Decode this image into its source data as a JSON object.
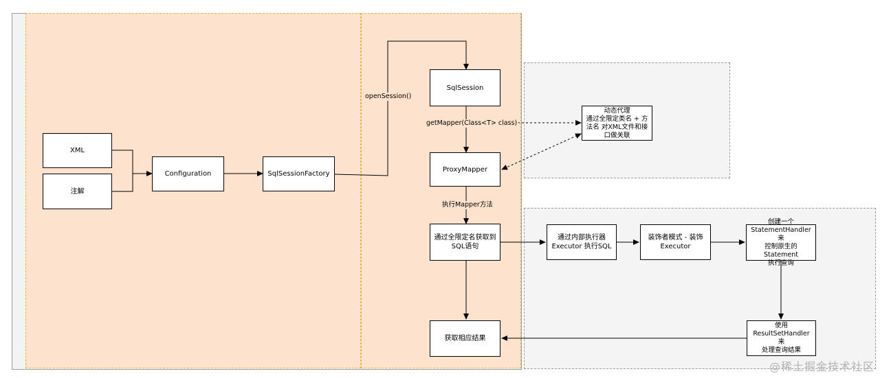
{
  "nodes": {
    "xml": "XML",
    "annotation": "注解",
    "configuration": "Configuration",
    "sqlsessionfactory": "SqlSessionFactory",
    "sqlsession": "SqlSession",
    "proxymapper": "ProxyMapper",
    "get_sql": "通过全限定名获取到\nSQL语句",
    "get_result": "获取相应结果",
    "dynamic_proxy": "动态代理\n通过全限定类名 + 方\n法名 对XML文件和接\n口做关联",
    "executor": "通过内部执行器\nExecutor 执行SQL",
    "decorator": "装饰者模式 - 装饰\nExecutor",
    "statement_handler": "创建一个\nStatementHandler来\n控制原生的Statement\n执行查询",
    "resultset_handler": "使用\nResultSetHandler来\n处理查询结果"
  },
  "edge_labels": {
    "open_session": "openSession()",
    "get_mapper": "getMapper(Class<T> class)",
    "exec_mapper": "执行Mapper方法"
  },
  "watermark": "@稀土掘金技术社区",
  "colors": {
    "region_fill": "#fde3cd",
    "region_border": "#e6b84c",
    "gray_fill": "#f4f4f4",
    "gray_border": "#9a9a9a",
    "stroke": "#000000"
  }
}
